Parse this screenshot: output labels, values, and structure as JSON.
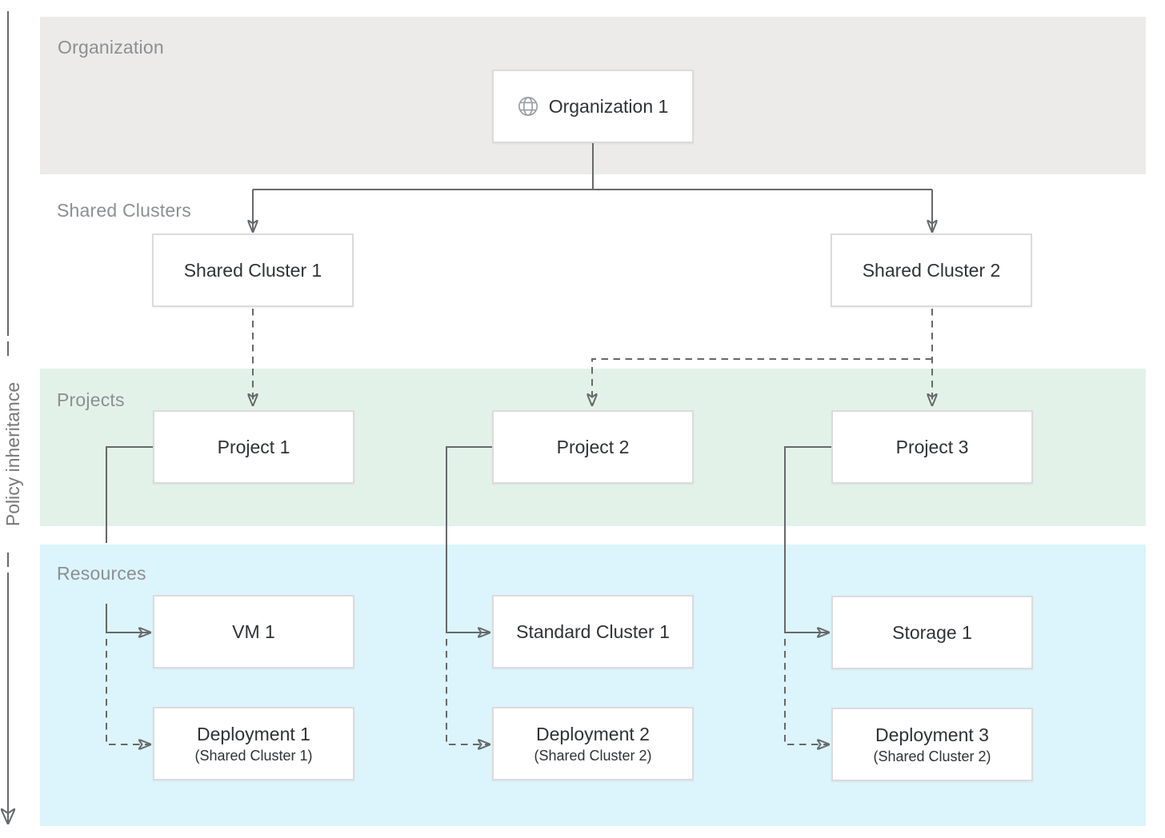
{
  "diagram": {
    "title_hint": "Organization / shared clusters / projects / resources hierarchy",
    "policy_axis": {
      "label": "Policy inheritance",
      "direction": "top-to-bottom"
    },
    "bands": {
      "organization": {
        "label": "Organization",
        "color": "#ECEBE9"
      },
      "shared_clusters": {
        "label": "Shared Clusters",
        "color": "none"
      },
      "projects": {
        "label": "Projects",
        "color": "#E3F2E9"
      },
      "resources": {
        "label": "Resources",
        "color": "#DCF4FB"
      }
    },
    "nodes": {
      "organization1": {
        "label": "Organization 1",
        "icon": "globe-icon"
      },
      "shared_cluster1": {
        "label": "Shared Cluster 1"
      },
      "shared_cluster2": {
        "label": "Shared Cluster 2"
      },
      "project1": {
        "label": "Project 1"
      },
      "project2": {
        "label": "Project 2"
      },
      "project3": {
        "label": "Project 3"
      },
      "vm1": {
        "label": "VM 1"
      },
      "standard_cluster1": {
        "label": "Standard Cluster 1"
      },
      "storage1": {
        "label": "Storage 1"
      },
      "deployment1": {
        "label": "Deployment 1",
        "sublabel": "(Shared Cluster 1)"
      },
      "deployment2": {
        "label": "Deployment 2",
        "sublabel": "(Shared Cluster 2)"
      },
      "deployment3": {
        "label": "Deployment 3",
        "sublabel": "(Shared Cluster 2)"
      }
    },
    "edges": [
      {
        "from": "organization1",
        "to": "shared_cluster1",
        "style": "solid"
      },
      {
        "from": "organization1",
        "to": "shared_cluster2",
        "style": "solid"
      },
      {
        "from": "shared_cluster1",
        "to": "project1",
        "style": "dashed"
      },
      {
        "from": "shared_cluster2",
        "to": "project2",
        "style": "dashed"
      },
      {
        "from": "shared_cluster2",
        "to": "project3",
        "style": "dashed"
      },
      {
        "from": "project1",
        "to": "vm1",
        "style": "solid"
      },
      {
        "from": "project1",
        "to": "deployment1",
        "style": "dashed"
      },
      {
        "from": "project2",
        "to": "standard_cluster1",
        "style": "solid"
      },
      {
        "from": "project2",
        "to": "deployment2",
        "style": "dashed"
      },
      {
        "from": "project3",
        "to": "storage1",
        "style": "solid"
      },
      {
        "from": "project3",
        "to": "deployment3",
        "style": "dashed"
      }
    ],
    "colors": {
      "organization_band": "#ECEBE9",
      "projects_band": "#E3F2E9",
      "resources_band": "#DCF4FB",
      "connector": "#66696B",
      "band_label_text": "#8C8F91",
      "node_text": "#303335",
      "node_border": "#DBDBDB",
      "globe_icon": "#9AA0A6"
    }
  }
}
